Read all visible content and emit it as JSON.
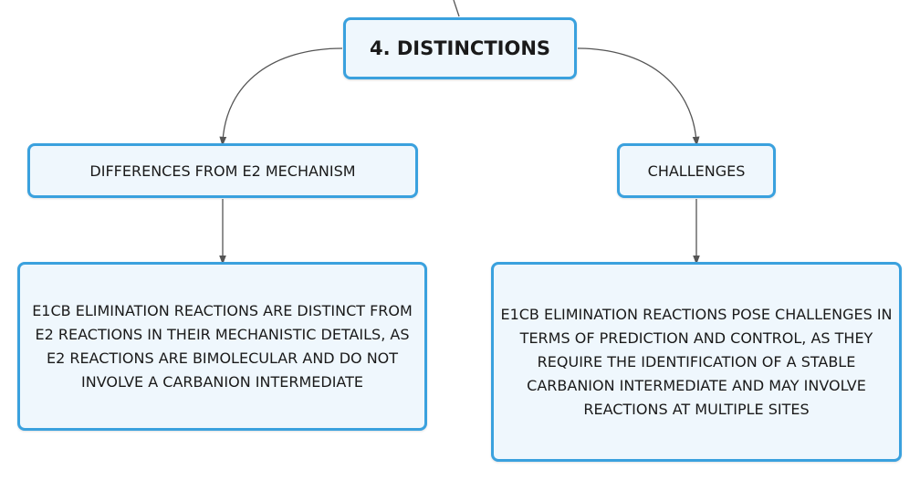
{
  "diagram": {
    "root": {
      "label": "4. DISTINCTIONS"
    },
    "branches": [
      {
        "label": "DIFFERENCES FROM E2 MECHANISM",
        "detail": "E1CB ELIMINATION REACTIONS ARE DISTINCT FROM E2 REACTIONS IN THEIR MECHANISTIC DETAILS, AS E2 REACTIONS ARE BIMOLECULAR AND DO NOT INVOLVE A CARBANION INTERMEDIATE"
      },
      {
        "label": "CHALLENGES",
        "detail": "E1CB ELIMINATION REACTIONS POSE CHALLENGES IN TERMS OF PREDICTION AND CONTROL, AS THEY REQUIRE THE IDENTIFICATION OF A STABLE CARBANION INTERMEDIATE AND MAY INVOLVE REACTIONS AT MULTIPLE SITES"
      }
    ]
  },
  "colors": {
    "node_border": "#3aa1de",
    "node_fill": "#eff7fd",
    "connector": "#555555"
  }
}
